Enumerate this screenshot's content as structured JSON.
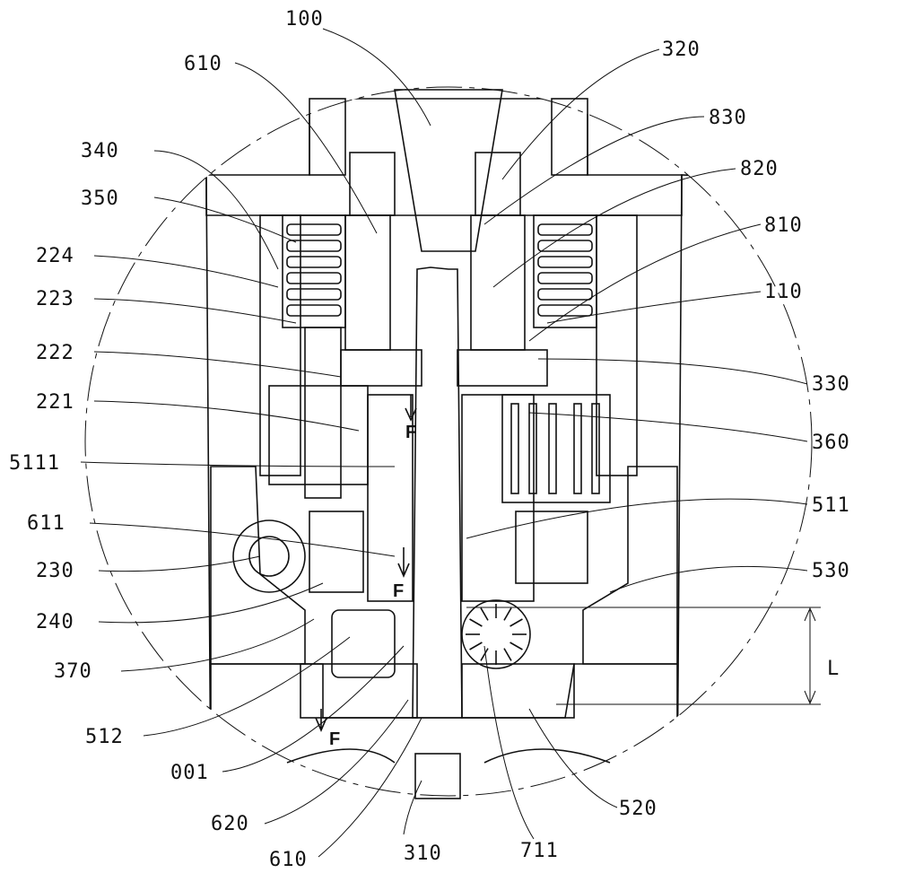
{
  "figure": {
    "labels": [
      "100",
      "610",
      "320",
      "830",
      "820",
      "810",
      "110",
      "340",
      "350",
      "224",
      "223",
      "222",
      "221",
      "5111",
      "611",
      "230",
      "240",
      "370",
      "512",
      "001",
      "620",
      "610",
      "310",
      "711",
      "520",
      "330",
      "360",
      "511",
      "530"
    ],
    "force_labels": [
      "F",
      "F",
      "F"
    ],
    "dimension_label": "L"
  }
}
